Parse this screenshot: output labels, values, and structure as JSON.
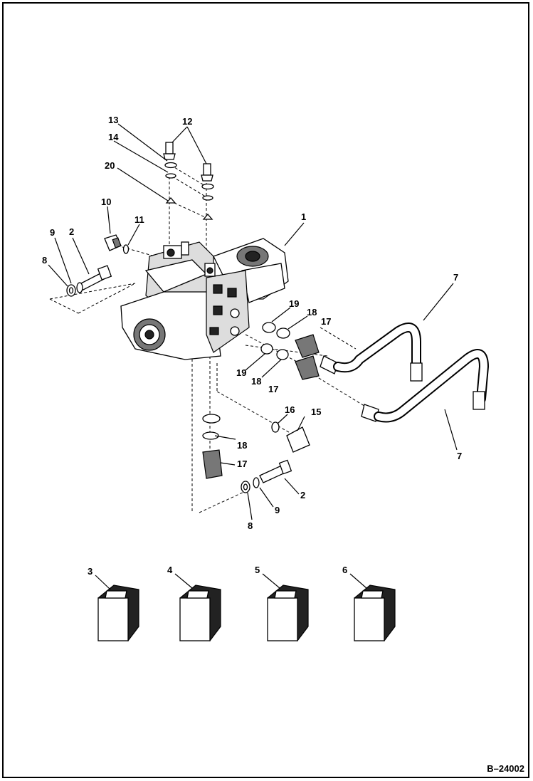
{
  "callouts": {
    "c1": "1",
    "c2a": "2",
    "c2b": "2",
    "c3": "3",
    "c4": "4",
    "c5": "5",
    "c6": "6",
    "c7a": "7",
    "c7b": "7",
    "c8a": "8",
    "c8b": "8",
    "c9a": "9",
    "c9b": "9",
    "c10": "10",
    "c11": "11",
    "c12": "12",
    "c13": "13",
    "c14": "14",
    "c15": "15",
    "c16": "16",
    "c17a": "17",
    "c17b": "17",
    "c17c": "17",
    "c18a": "18",
    "c18b": "18",
    "c18c": "18",
    "c19a": "19",
    "c19b": "19",
    "c20": "20"
  },
  "figure_id": "B–24002"
}
